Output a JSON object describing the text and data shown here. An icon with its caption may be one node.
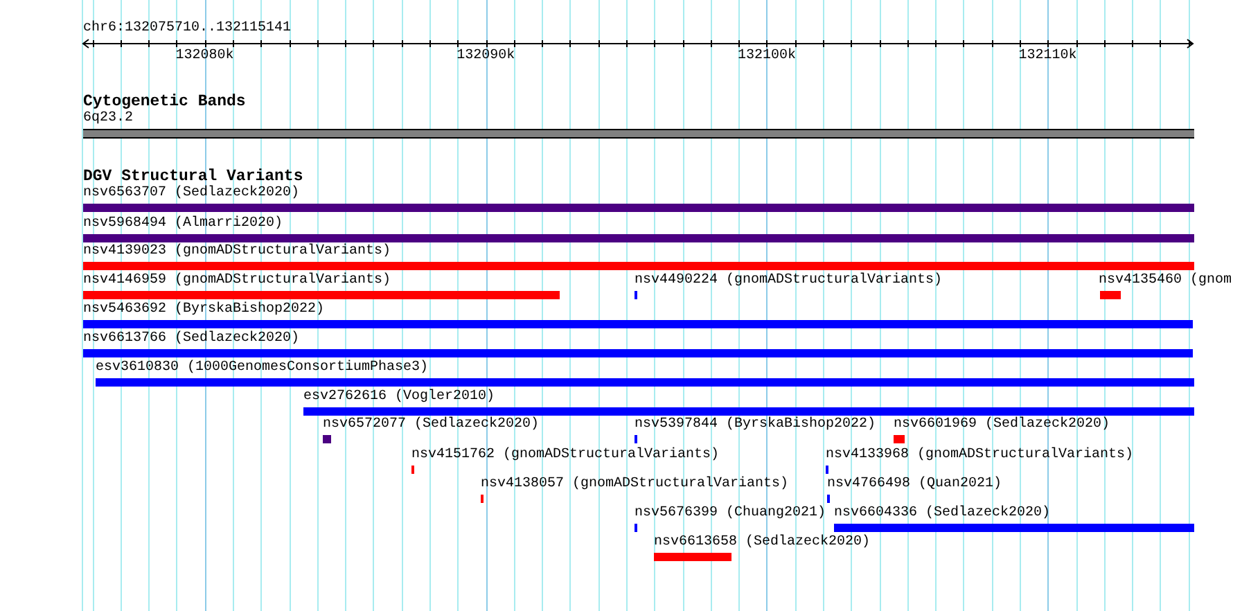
{
  "diagram": {
    "nodes": [
      {
        "text": [
          "6q23.2"
        ]
      },
      {
        "text": [
          "nsv6563707 (Sedlazeck2020)"
        ]
      },
      {
        "text": [
          "nsv5968494 (Almarri2020)"
        ]
      },
      {
        "text": [
          "nsv4139023 (gnomADStructuralVariants)"
        ]
      },
      {
        "text": [
          "nsv4146959 (gnomADStructuralVariants)"
        ]
      },
      {
        "text": [
          "nsv4490224 (gnomADStructuralVariants)"
        ]
      },
      {
        "text": [
          "nsv4135460 (gnom"
        ]
      },
      {
        "text": [
          "nsv5463692 (ByrskaBishop2022)"
        ]
      },
      {
        "text": [
          "nsv6613766 (Sedlazeck2020)"
        ]
      },
      {
        "text": [
          "esv3610830 (1000GenomesConsortiumPhase3)"
        ]
      },
      {
        "text": [
          "esv2762616 (Vogler2010)"
        ]
      },
      {
        "text": [
          "nsv6572077 (Sedlazeck2020)"
        ]
      },
      {
        "text": [
          "nsv5397844 (ByrskaBishop2022)"
        ]
      },
      {
        "text": [
          "nsv6601969 (Sedlazeck2020)"
        ]
      },
      {
        "text": [
          "nsv4151762 (gnomADStructuralVariants)"
        ]
      },
      {
        "text": [
          "nsv4133968 (gnomADStructuralVariants)"
        ]
      },
      {
        "text": [
          "nsv4138057 (gnomADStructuralVariants)"
        ]
      },
      {
        "text": [
          "nsv4766498 (Quan2021)"
        ]
      },
      {
        "text": [
          "nsv5676399 (Chuang2021)"
        ]
      },
      {
        "text": [
          "nsv6604336 (Sedlazeck2020)"
        ]
      },
      {
        "text": [
          "nsv6613658 (Sedlazeck2020)"
        ]
      }
    ],
    "labels": [
      "chr6:132075710..132115141",
      "132080k",
      "132090k",
      "132100k",
      "132110k",
      "Cytogenetic Bands",
      "DGV Structural Variants"
    ]
  }
}
